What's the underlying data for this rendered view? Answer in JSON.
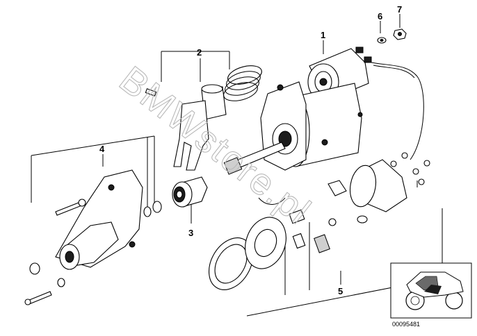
{
  "diagram": {
    "watermark": "BMWstore.pl",
    "reference_number": "00095481",
    "callouts": [
      {
        "id": "1",
        "label": "1"
      },
      {
        "id": "2",
        "label": "2"
      },
      {
        "id": "3",
        "label": "3"
      },
      {
        "id": "4",
        "label": "4"
      },
      {
        "id": "5",
        "label": "5"
      },
      {
        "id": "6",
        "label": "6"
      },
      {
        "id": "7",
        "label": "7"
      }
    ],
    "thumbnail_icon": "motorcycle-icon"
  }
}
